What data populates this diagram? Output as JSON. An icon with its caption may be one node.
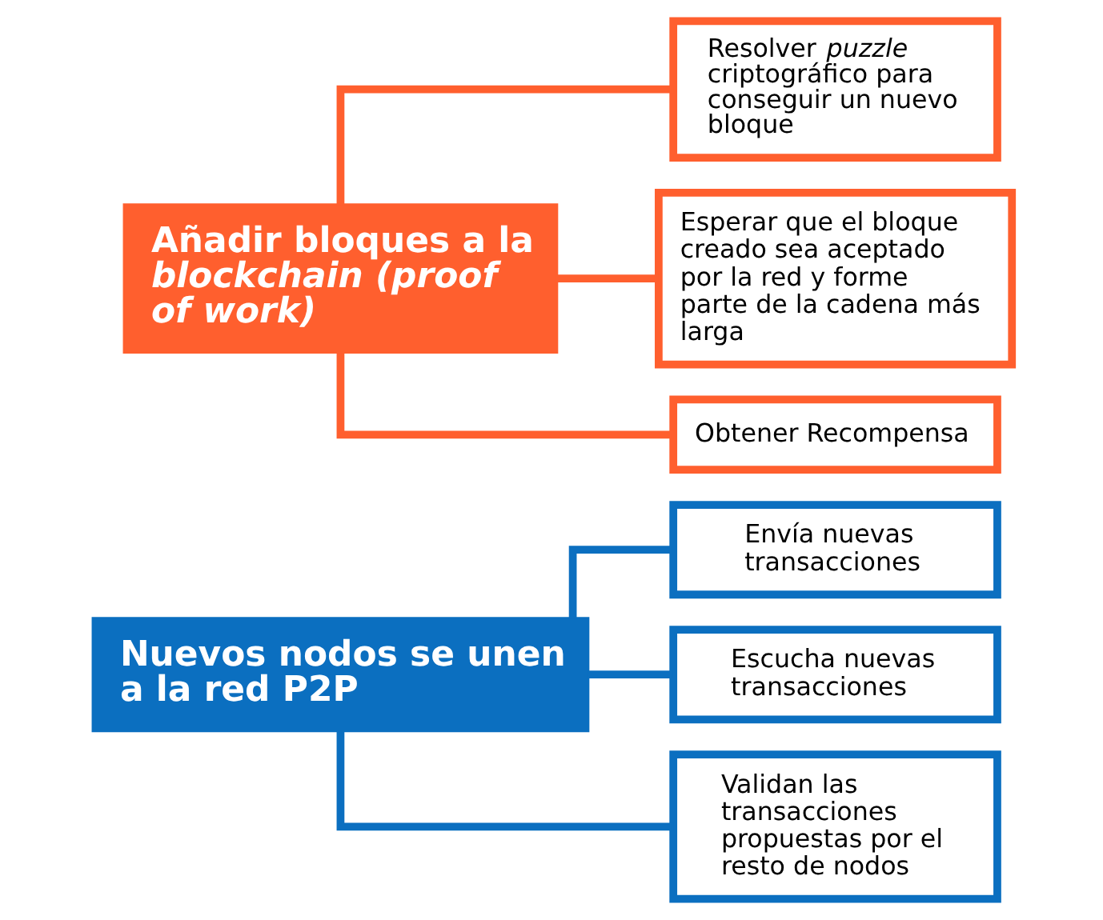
{
  "diagram": {
    "nodes": [
      {
        "text": [
          "Nuevos nodos se unen a la red P2P"
        ]
      },
      {
        "text": [
          "Envía nuevas transacciones"
        ]
      },
      {
        "text": [
          "Escucha nuevas transacciones"
        ]
      },
      {
        "text": [
          "Validan las transacciones propuestas por el resto de nodos"
        ]
      },
      {
        "text": [
          "Añadir bloques a la *blockchain (proof of work)*"
        ]
      },
      {
        "text": [
          "Resolver *puzzle* criptográfico para conseguir un nuevo bloque"
        ]
      },
      {
        "text": [
          "Esperar que el bloque creado sea aceptado por la red y forme parte de la cadena más larga"
        ]
      },
      {
        "text": [
          "Obtener Recompensa"
        ]
      }
    ],
    "edges": [
      {
        "from": 0,
        "to": 1,
        "arrow": "none",
        "color": "#0b6fc0"
      },
      {
        "from": 0,
        "to": 2,
        "arrow": "none",
        "color": "#0b6fc0"
      },
      {
        "from": 0,
        "to": 3,
        "arrow": "none",
        "color": "#0b6fc0"
      },
      {
        "from": 4,
        "to": 5,
        "arrow": "none",
        "color": "#ff5f2e"
      },
      {
        "from": 4,
        "to": 6,
        "arrow": "none",
        "color": "#ff5f2e"
      },
      {
        "from": 4,
        "to": 7,
        "arrow": "none",
        "color": "#ff5f2e"
      }
    ]
  }
}
